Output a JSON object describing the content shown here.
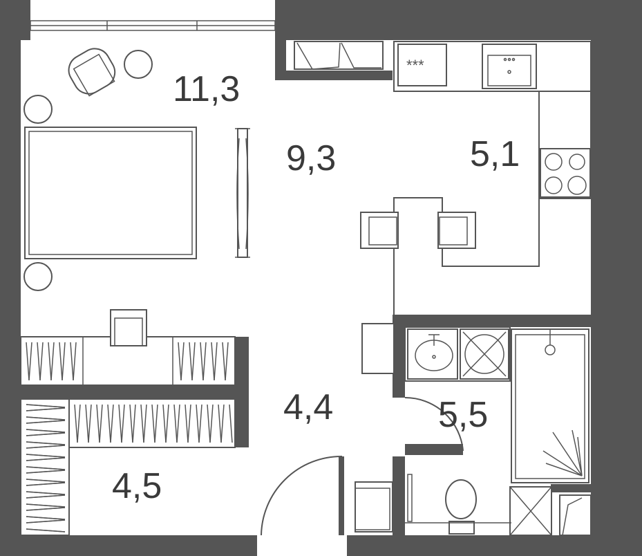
{
  "plan": {
    "colors": {
      "wall": "#555555",
      "background": "#ffffff",
      "text": "#3a3a3a"
    },
    "rooms": [
      {
        "id": "room-living",
        "area": "11,3"
      },
      {
        "id": "room-bedroom-zone",
        "area": "9,3"
      },
      {
        "id": "room-kitchen",
        "area": "5,1"
      },
      {
        "id": "room-hall",
        "area": "4,4"
      },
      {
        "id": "room-bathroom",
        "area": "5,5"
      },
      {
        "id": "room-wardrobe",
        "area": "4,5"
      }
    ],
    "fixtures": {
      "stove_marks": "***"
    }
  }
}
